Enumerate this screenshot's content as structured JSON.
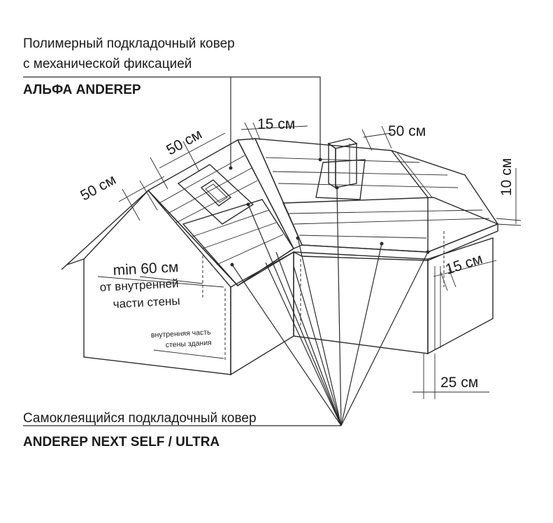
{
  "labels": {
    "top_line1": "Полимерный подкладочный ковер",
    "top_line2": "с механической фиксацией",
    "top_product": "АЛЬФА ANDEREP",
    "bottom_line1": "Самоклеящийся подкладочный ковер",
    "bottom_product": "ANDEREP NEXT SELF / ULTRA"
  },
  "dimensions": {
    "eave_left": "50 см",
    "slope_left": "50 см",
    "valley": "15 см",
    "ridge_right": "50 см",
    "hip_right": "10 см",
    "eave_right": "15 см",
    "wall_offset": "25 см"
  },
  "notes": {
    "min_line1": "min 60 см",
    "min_line2": "от внутренней",
    "min_line3": "части стены",
    "inner_line1": "внутренняя часть",
    "inner_line2": "стены здания"
  },
  "colors": {
    "dark_membrane": "#8c8c8c",
    "light_membrane": "#e6e6e6",
    "darker_band": "#7a7a7a",
    "wall": "#ffffff",
    "line": "#2b2b2b"
  }
}
